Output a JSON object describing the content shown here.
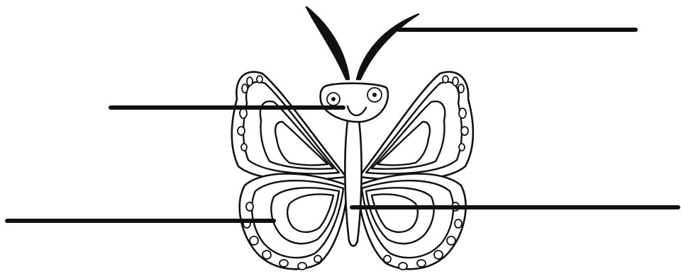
{
  "diagram": {
    "subject": "butterfly",
    "style": "black line art, blank labeling worksheet",
    "label_lines": [
      {
        "id": "antenna",
        "label": ""
      },
      {
        "id": "head",
        "label": ""
      },
      {
        "id": "wing",
        "label": ""
      },
      {
        "id": "body",
        "label": ""
      }
    ]
  },
  "colors": {
    "ink": "#111111",
    "background": "#ffffff"
  }
}
